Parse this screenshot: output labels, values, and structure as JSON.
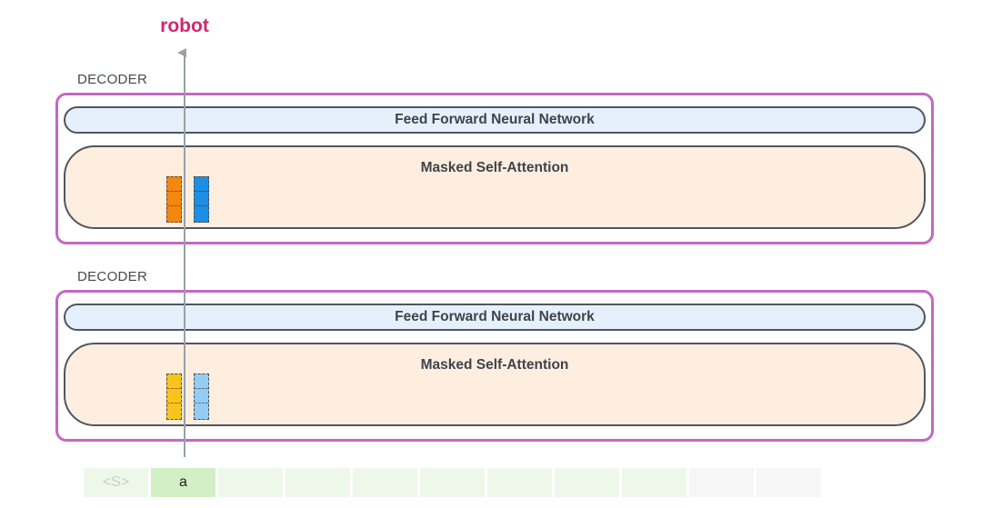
{
  "output_token": "robot",
  "decoders": [
    {
      "label": "DECODER",
      "ffnn_label": "Feed Forward Neural Network",
      "attention_label": "Masked Self-Attention",
      "vector_colors": [
        "#f5870f",
        "#1b8fe6"
      ]
    },
    {
      "label": "DECODER",
      "ffnn_label": "Feed Forward Neural Network",
      "attention_label": "Masked Self-Attention",
      "vector_colors": [
        "#f8c41d",
        "#93cdf4"
      ]
    }
  ],
  "tokens": [
    {
      "text": "<S>",
      "state": "past"
    },
    {
      "text": "a",
      "state": "current"
    },
    {
      "text": "",
      "state": "future"
    },
    {
      "text": "",
      "state": "future"
    },
    {
      "text": "",
      "state": "future"
    },
    {
      "text": "",
      "state": "future"
    },
    {
      "text": "",
      "state": "future"
    },
    {
      "text": "",
      "state": "future"
    },
    {
      "text": "",
      "state": "future"
    },
    {
      "text": "",
      "state": "empty"
    },
    {
      "text": "",
      "state": "empty"
    }
  ],
  "colors": {
    "decoder_border": "#c467c6",
    "output_text": "#d6246e",
    "token_past_bg": "#eef8ea",
    "token_current_bg": "#d3efc6",
    "token_future_bg": "#eef8ea",
    "token_empty_bg": "#f6f6f6"
  }
}
